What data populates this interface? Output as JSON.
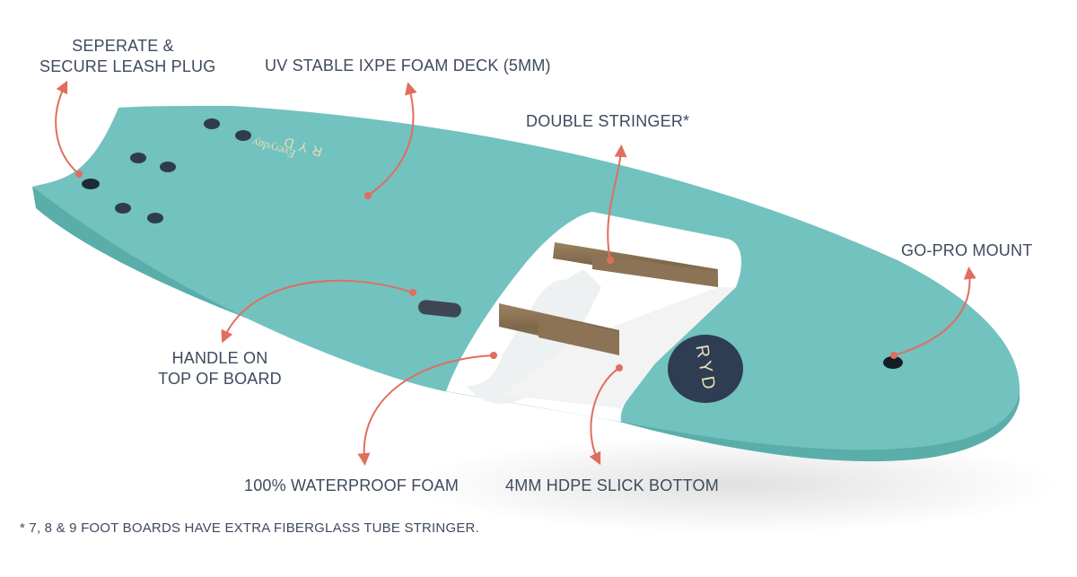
{
  "callouts": {
    "leash_plug": [
      "SEPERATE &",
      "SECURE LEASH PLUG"
    ],
    "foam_deck": "UV STABLE IXPE FOAM DECK (5MM)",
    "double_stringer": "DOUBLE STRINGER*",
    "gopro_mount": "GO-PRO MOUNT",
    "handle": [
      "HANDLE ON",
      "TOP OF BOARD"
    ],
    "waterproof_foam": "100% WATERPROOF FOAM",
    "slick_bottom": "4MM HDPE SLICK BOTTOM"
  },
  "footnote": "* 7, 8 & 9 FOOT BOARDS HAVE EXTRA FIBERGLASS TUBE STRINGER.",
  "board": {
    "deck_logo": "RYD",
    "deck_script": "Everyday",
    "nose_logo": "RYD"
  },
  "colors": {
    "deck": "#72c2bf",
    "rail": "#5aaeaa",
    "arrow": "#e06e5f",
    "text": "#3e4a5e",
    "stringer": "#8c7355",
    "badge": "#2e3d52",
    "logo": "#e9dcb6"
  }
}
